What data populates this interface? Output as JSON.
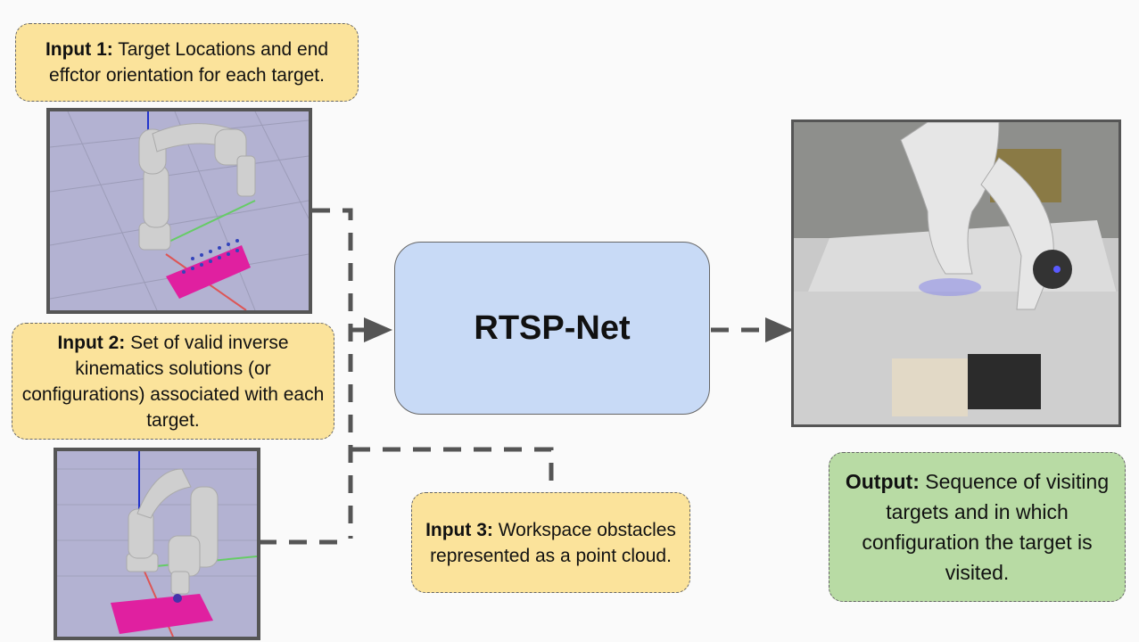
{
  "inputs": [
    {
      "label": "Input 1:",
      "text": " Target Locations and end effctor orientation for each target."
    },
    {
      "label": "Input 2:",
      "text": " Set of valid inverse kinematics solutions (or configurations) associated with each target."
    },
    {
      "label": "Input 3:",
      "text": " Workspace obstacles represented as a point cloud."
    }
  ],
  "core": {
    "title": "RTSP-Net"
  },
  "output": {
    "label": "Output:",
    "text": " Sequence of visiting targets and in which configuration the target is visited."
  },
  "images": [
    {
      "name": "simulation-targets",
      "description": "Simulated robot arm with target locations above pink pin board"
    },
    {
      "name": "simulation-ik-configuration",
      "description": "Simulated robot arm reaching a target on pink pin board"
    },
    {
      "name": "real-robot-photo",
      "description": "Real robot arm visiting targets on physical pin boards"
    }
  ],
  "colors": {
    "input_fill": "#fbe39b",
    "output_fill": "#b8dba4",
    "core_fill": "#c8daf6",
    "connector": "#555555"
  }
}
